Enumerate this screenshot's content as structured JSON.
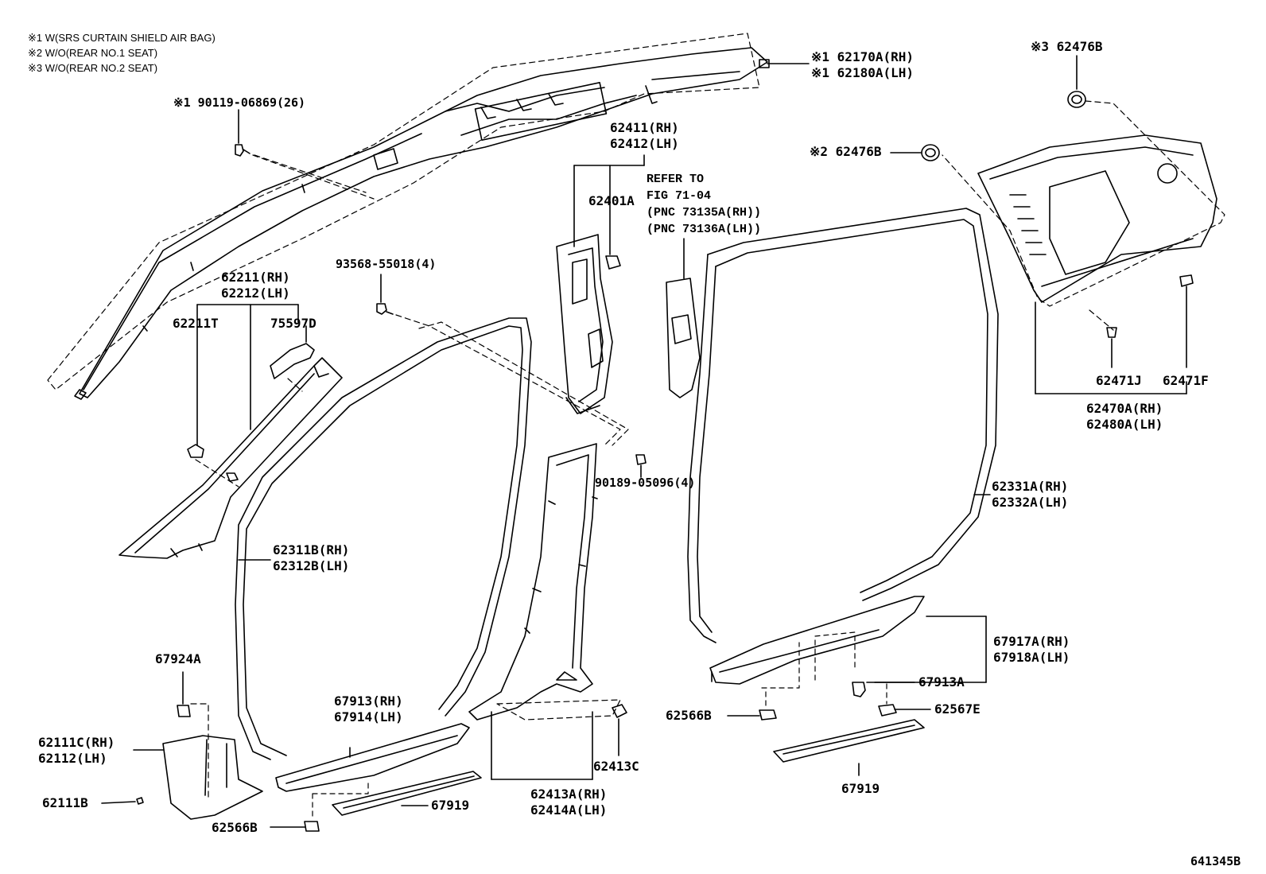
{
  "notes": [
    "※1 W(SRS CURTAIN SHIELD AIR BAG)",
    "※2 W/O(REAR NO.1 SEAT)",
    "※3 W/O(REAR NO.2 SEAT)"
  ],
  "labels": {
    "bolt_90119": "※1 90119-06869(26)",
    "garnish_62170A_rh": "※1 62170A(RH)",
    "garnish_62180A_lh": "※1 62180A(LH)",
    "cap_62476B_top": "※3 62476B",
    "cap_62476B_mid": "※2 62476B",
    "pillar_62411_rh": "62411(RH)",
    "pillar_62412_lh": "62412(LH)",
    "clip_62401A": "62401A",
    "pillar_62211_rh": "62211(RH)",
    "pillar_62212_lh": "62212(LH)",
    "clip_62211T": "62211T",
    "clip_75597D": "75597D",
    "screw_93568": "93568-55018(4)",
    "clip_90189": "90189-05096(4)",
    "trim_62470A_rh": "62470A(RH)",
    "trim_62480A_lh": "62480A(LH)",
    "clip_62471J": "62471J",
    "clip_62471F": "62471F",
    "weather_62331A_rh": "62331A(RH)",
    "weather_62332A_lh": "62332A(LH)",
    "weather_62311B_rh": "62311B(RH)",
    "weather_62312B_lh": "62312B(LH)",
    "scuff_67917A_rh": "67917A(RH)",
    "scuff_67918A_lh": "67918A(LH)",
    "clip_67913A": "67913A",
    "clip_62567E": "62567E",
    "clip_62566B_right": "62566B",
    "clip_67924A": "67924A",
    "kick_62111C_rh": "62111C(RH)",
    "kick_62112_lh": "62112(LH)",
    "clip_62111B": "62111B",
    "scuff_67913_rh": "67913(RH)",
    "scuff_67914_lh": "67914(LH)",
    "plate_67919_left": "67919",
    "clip_62566B_left": "62566B",
    "clip_62413C": "62413C",
    "pillar_62413A_rh": "62413A(RH)",
    "pillar_62414A_lh": "62414A(LH)",
    "plate_67919_right": "67919"
  },
  "refer": {
    "line1": "REFER TO",
    "line2": "FIG 71-04",
    "line3": "(PNC 73135A(RH))",
    "line4": "(PNC 73136A(LH))"
  },
  "figure_number": "641345B"
}
